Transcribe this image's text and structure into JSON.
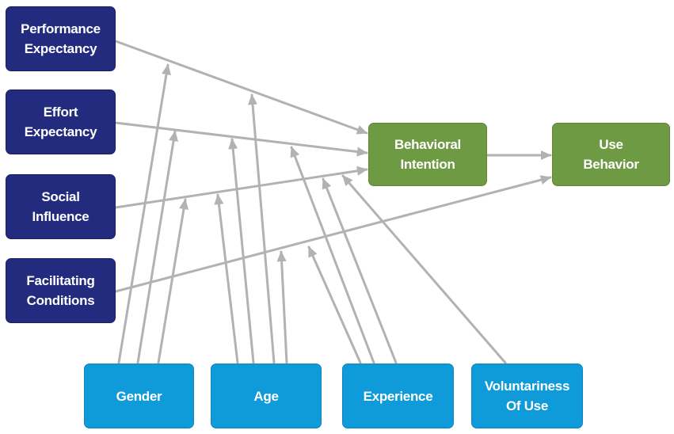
{
  "nodes": {
    "performance_expectancy": "Performance\nExpectancy",
    "effort_expectancy": "Effort\nExpectancy",
    "social_influence": "Social\nInfluence",
    "facilitating_conditions": "Facilitating\nConditions",
    "behavioral_intention": "Behavioral\nIntention",
    "use_behavior": "Use\nBehavior",
    "gender": "Gender",
    "age": "Age",
    "experience": "Experience",
    "voluntariness_of_use": "Voluntariness\nOf Use"
  },
  "edges": [
    {
      "from": "performance_expectancy",
      "to": "behavioral_intention"
    },
    {
      "from": "effort_expectancy",
      "to": "behavioral_intention"
    },
    {
      "from": "social_influence",
      "to": "behavioral_intention"
    },
    {
      "from": "facilitating_conditions",
      "to": "use_behavior"
    },
    {
      "from": "behavioral_intention",
      "to": "use_behavior"
    },
    {
      "from": "gender",
      "to": "performance_expectancy->behavioral_intention"
    },
    {
      "from": "gender",
      "to": "effort_expectancy->behavioral_intention"
    },
    {
      "from": "gender",
      "to": "social_influence->behavioral_intention"
    },
    {
      "from": "age",
      "to": "performance_expectancy->behavioral_intention"
    },
    {
      "from": "age",
      "to": "effort_expectancy->behavioral_intention"
    },
    {
      "from": "age",
      "to": "social_influence->behavioral_intention"
    },
    {
      "from": "age",
      "to": "facilitating_conditions->use_behavior"
    },
    {
      "from": "experience",
      "to": "effort_expectancy->behavioral_intention"
    },
    {
      "from": "experience",
      "to": "social_influence->behavioral_intention"
    },
    {
      "from": "experience",
      "to": "facilitating_conditions->use_behavior"
    },
    {
      "from": "voluntariness_of_use",
      "to": "social_influence->behavioral_intention"
    }
  ],
  "colors": {
    "construct": "#232b7e",
    "outcome": "#6f9a44",
    "moderator": "#0f9ad9",
    "arrow": "#b2b2b2",
    "text": "#ffffff"
  }
}
